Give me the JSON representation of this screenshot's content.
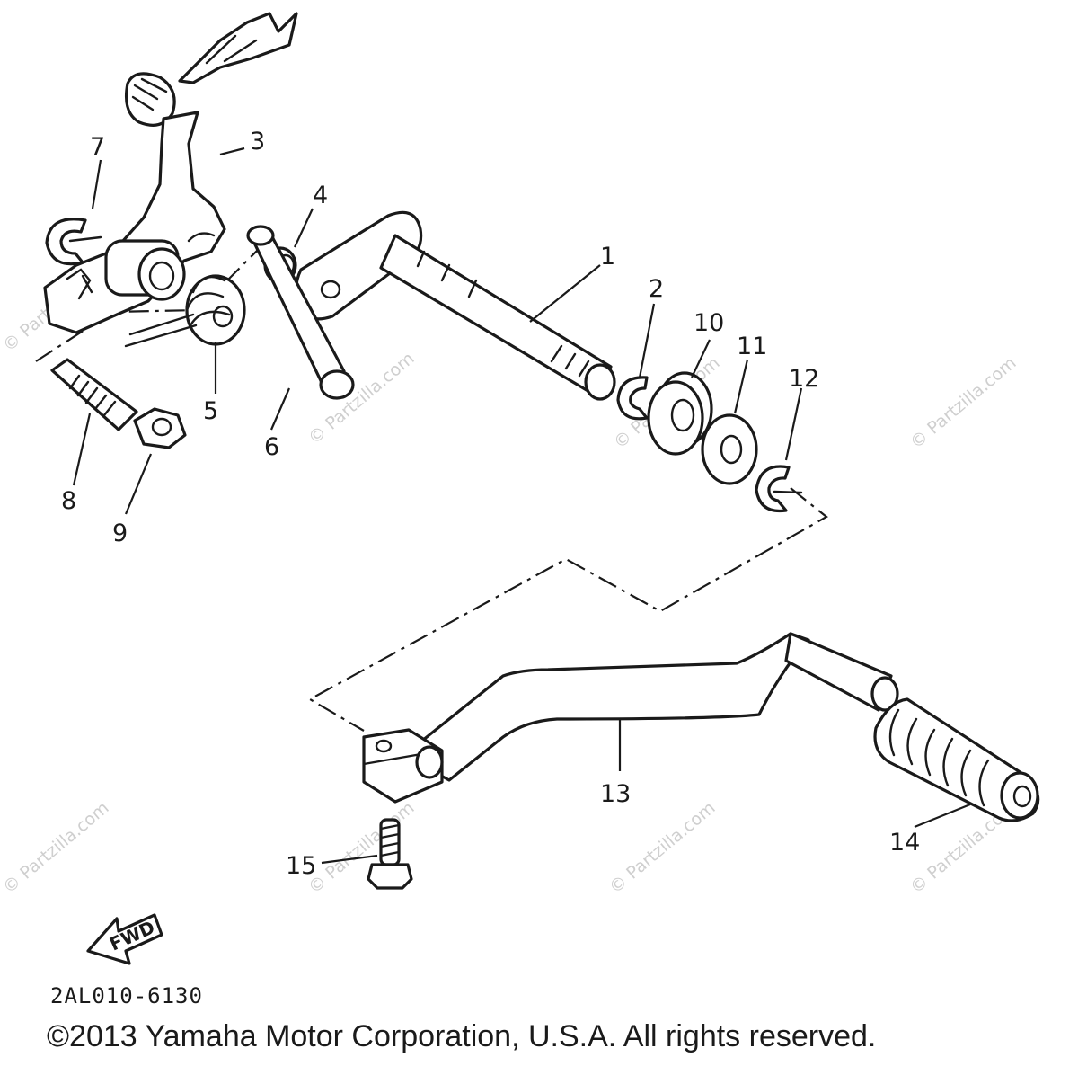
{
  "diagram": {
    "part_numbers": [
      "1",
      "2",
      "3",
      "4",
      "5",
      "6",
      "7",
      "8",
      "9",
      "10",
      "11",
      "12",
      "13",
      "14",
      "15"
    ],
    "drawing_code": "2AL010-6130",
    "fwd_label": "FWD",
    "watermark": "© Partzilla.com",
    "copyright": "©2013 Yamaha Motor Corporation, U.S.A. All rights reserved."
  }
}
